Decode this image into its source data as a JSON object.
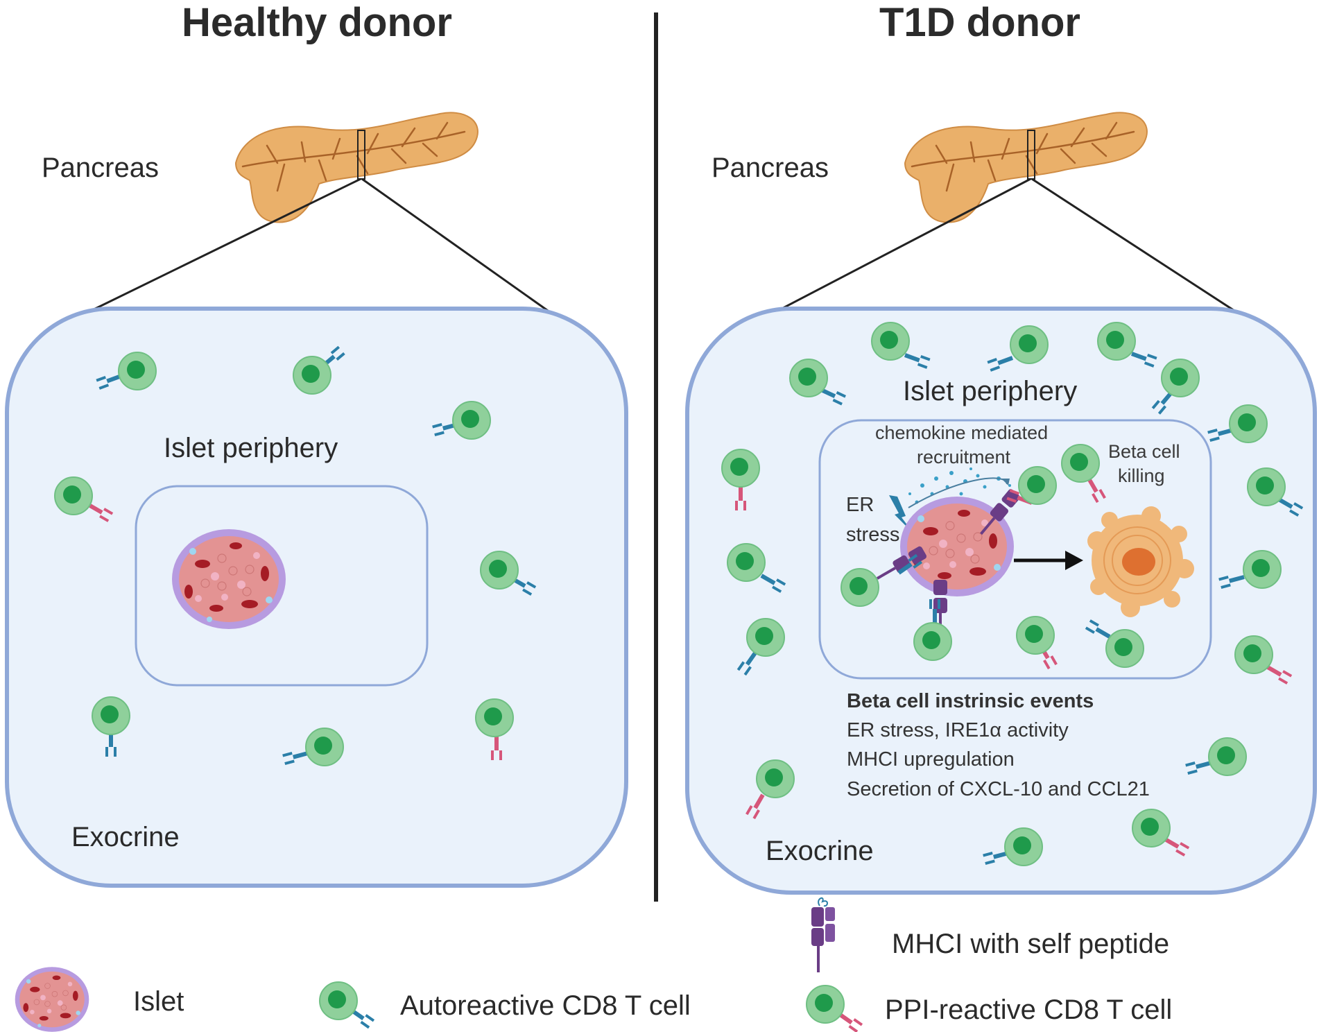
{
  "headers": {
    "healthy": "Healthy donor",
    "t1d": "T1D donor"
  },
  "healthy": {
    "pancreas": "Pancreas",
    "islet_periphery": "Islet periphery",
    "exocrine": "Exocrine"
  },
  "t1d": {
    "pancreas": "Pancreas",
    "islet_periphery": "Islet periphery",
    "exocrine": "Exocrine",
    "chemokine_line1": "chemokine mediated",
    "chemokine_line2": "recruitment",
    "er_line1": "ER",
    "er_line2": "stress",
    "beta_kill_line1": "Beta cell",
    "beta_kill_line2": "killing",
    "events": {
      "title": "Beta cell instrinsic events",
      "items": [
        "ER stress, IRE1α activity",
        "MHCI upregulation",
        "Secretion of CXCL-10 and CCL21"
      ]
    }
  },
  "legend": {
    "islet": "Islet",
    "autoreactive": "Autoreactive CD8 T cell",
    "mhci": "MHCI with self peptide",
    "ppi": "PPI-reactive CD8 T cell"
  },
  "colors": {
    "box_fill": "#eaf2fb",
    "box_stroke": "#8fa8d8",
    "tcell_outer": "#8fd09b",
    "tcell_inner": "#1f9a4b",
    "tcr_blue": "#2b7fa8",
    "tcr_pink": "#d6567a",
    "mhc_purple": "#6a3d86",
    "pancreas": "#e8a85a",
    "islet_pink": "#e08a8a",
    "islet_rim": "#a48ad0"
  }
}
